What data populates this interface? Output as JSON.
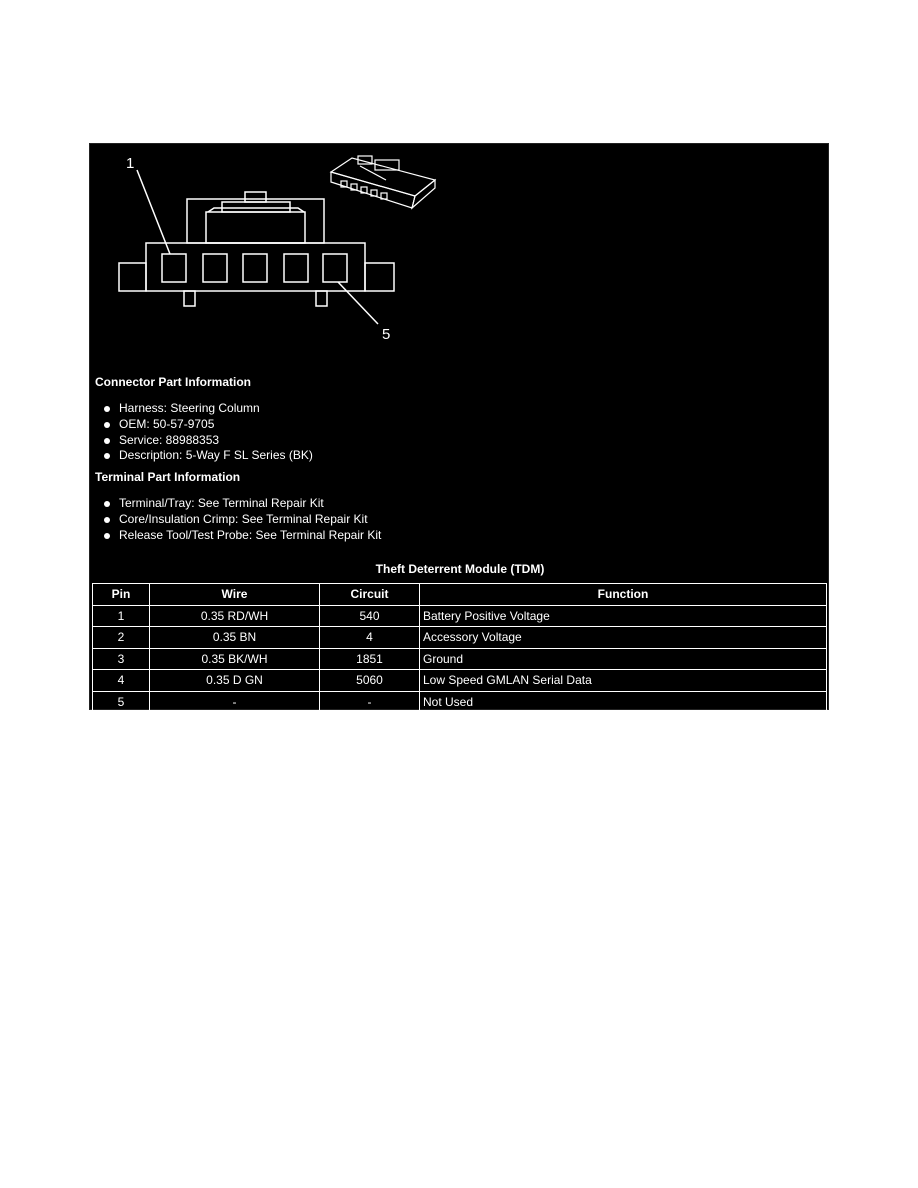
{
  "diagram": {
    "callouts": [
      "1",
      "5"
    ]
  },
  "connector_section": {
    "title": "Connector Part Information",
    "items": [
      "Harness: Steering Column",
      "OEM: 50-57-9705",
      "Service: 88988353",
      "Description: 5-Way F SL Series (BK)"
    ]
  },
  "terminal_section": {
    "title": "Terminal Part Information",
    "items": [
      "Terminal/Tray: See Terminal Repair Kit",
      "Core/Insulation Crimp: See Terminal Repair Kit",
      "Release Tool/Test Probe: See Terminal Repair Kit"
    ]
  },
  "table": {
    "title": "Theft Deterrent Module (TDM)",
    "headers": [
      "Pin",
      "Wire",
      "Circuit",
      "Function"
    ],
    "rows": [
      [
        "1",
        "0.35 RD/WH",
        "540",
        "Battery Positive Voltage"
      ],
      [
        "2",
        "0.35 BN",
        "4",
        "Accessory Voltage"
      ],
      [
        "3",
        "0.35 BK/WH",
        "1851",
        "Ground"
      ],
      [
        "4",
        "0.35 D GN",
        "5060",
        "Low Speed GMLAN Serial Data"
      ],
      [
        "5",
        "-",
        "-",
        "Not Used"
      ]
    ]
  }
}
